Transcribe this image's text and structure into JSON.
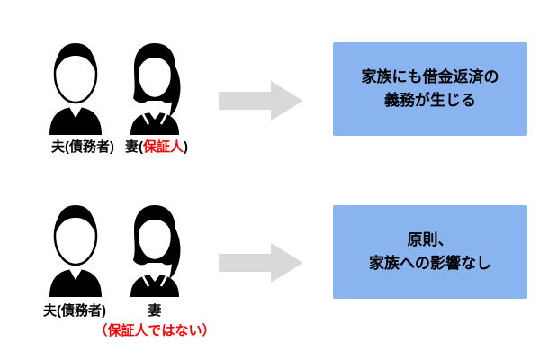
{
  "colors": {
    "result_box_blue": "#8AB4F0",
    "arrow_gray": "#D9D9D9",
    "highlight_red": "#FF0000",
    "text_black": "#000000"
  },
  "icons": {
    "husband": "man-silhouette-icon",
    "wife": "woman-silhouette-icon",
    "arrow": "right-block-arrow-icon"
  },
  "case1": {
    "husband_label": "夫(債務者)",
    "wife_label_prefix": "妻(",
    "wife_label_red": "保証人",
    "wife_label_suffix": ")",
    "result_line1": "家族にも借金返済の",
    "result_line2": "義務が生じる"
  },
  "case2": {
    "husband_label": "夫(債務者)",
    "wife_label": "妻",
    "note_red": "（保証人ではない）",
    "result_line1": "原則、",
    "result_line2": "家族への影響なし"
  }
}
